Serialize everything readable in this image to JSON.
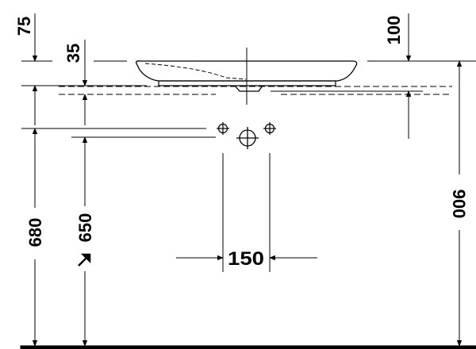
{
  "drawing": {
    "dimensions": {
      "rim_to_top_left": "75",
      "rim_to_overflow": "35",
      "rim_to_top_right": "100",
      "floor_to_inlet_left": "680",
      "floor_to_drain": "650",
      "floor_to_rim": "900",
      "tap_spacing": "150"
    },
    "colors": {
      "line": "#000000",
      "background": "#ffffff"
    }
  }
}
